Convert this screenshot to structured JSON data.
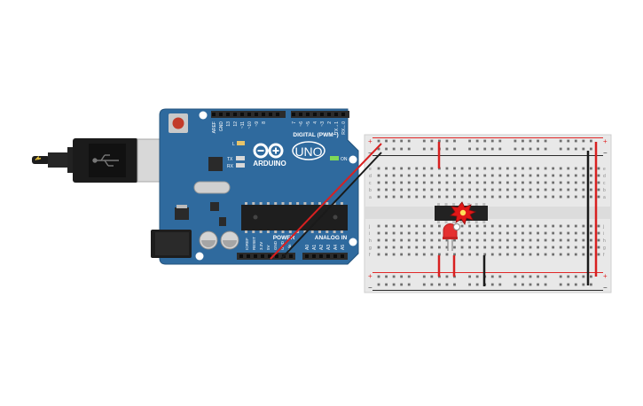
{
  "canvas": {
    "background": "#ffffff"
  },
  "arduino": {
    "brand_text": "ARDUINO",
    "model_text": "UNO",
    "digital_header_label": "DIGITAL (PWM~)",
    "power_label": "POWER",
    "analog_label": "ANALOG IN",
    "on_label": "ON",
    "tx_label": "TX",
    "rx_label": "RX",
    "l_label": "L",
    "digital_pins": [
      "AREF",
      "GND",
      "13",
      "12",
      "~11",
      "~10",
      "~9",
      "8",
      "7",
      "~6",
      "~5",
      "4",
      "~3",
      "2",
      "TX→1",
      "RX←0"
    ],
    "power_pins": [
      "IOREF",
      "RESET",
      "3.3V",
      "5V",
      "GND",
      "GND",
      "Vin"
    ],
    "analog_pins": [
      "A0",
      "A1",
      "A2",
      "A3",
      "A4",
      "A5"
    ],
    "board_color": "#2f6a9e",
    "header_color": "#2b2b2b",
    "usb_connector_color": "#1d1d1d"
  },
  "breadboard": {
    "body_color": "#e8e8e8",
    "rail_plus_label": "+",
    "rail_minus_label": "−",
    "row_letters_top": [
      "a",
      "b",
      "c",
      "d",
      "e"
    ],
    "row_letters_bottom": [
      "f",
      "g",
      "h",
      "i",
      "j"
    ],
    "plus_rail_color": "#e02828",
    "minus_rail_color": "#2a2a2a"
  },
  "components": {
    "ic_color": "#222222",
    "led_color": "#e53030",
    "warning_burst_color": "#e01818",
    "warning_burst_icon_color": "#ffe15a"
  },
  "wires": {
    "red": "#d82020",
    "black": "#1a1a1a"
  }
}
